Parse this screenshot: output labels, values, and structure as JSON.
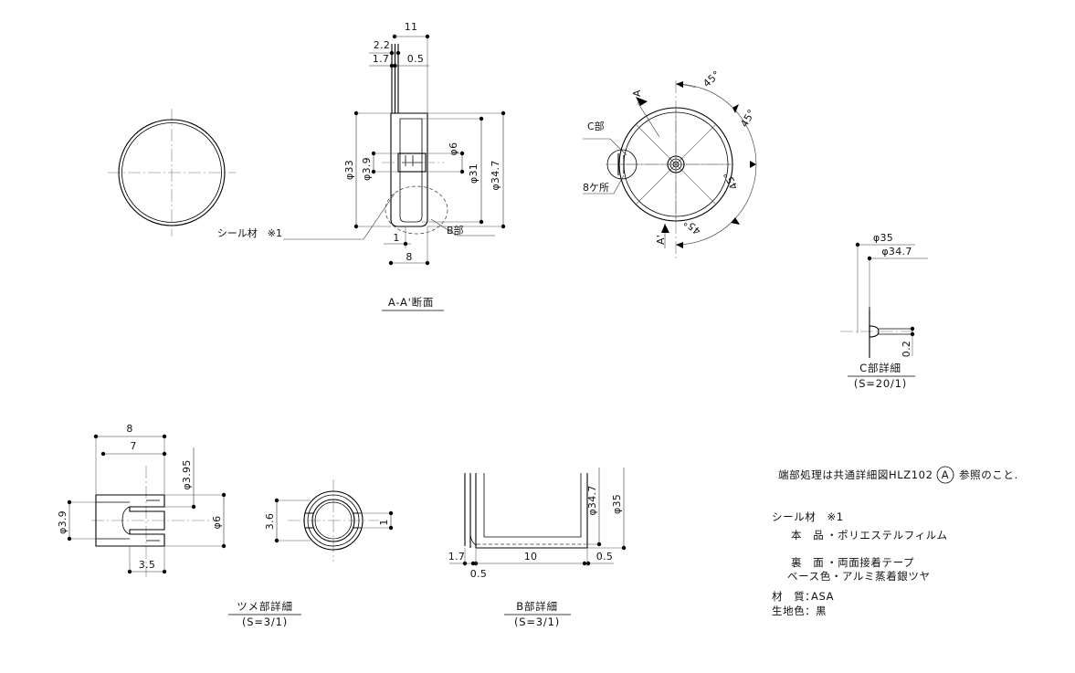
{
  "drawing": {
    "title": "HLZ102 product detail drawing",
    "background_color": "#ffffff",
    "line_color": "#000000"
  },
  "views": {
    "front_circle": {
      "name": "front-view"
    },
    "section_aa": {
      "title": "A-A'断面",
      "dimensions": {
        "top_11": "11",
        "top_22": "2.2",
        "top_17": "1.7",
        "top_05": "0.5",
        "left_phi33": "φ33",
        "left_phi39": "φ3.9",
        "right_phi6": "φ6",
        "right_phi31": "φ31",
        "right_phi347": "φ34.7",
        "bottom_1": "1",
        "bottom_8": "8"
      },
      "labels": {
        "seal": "シール材　※1",
        "part_b": "B部"
      }
    },
    "plan_circle": {
      "angles": [
        "45°",
        "45°",
        "45°",
        "45°"
      ],
      "labels": {
        "part_c": "C部",
        "eight_places": "8ケ所",
        "section_a": "A",
        "section_a_prime": "A'"
      }
    },
    "detail_c": {
      "title": "C部詳細",
      "scale": "(S=20/1)",
      "dimensions": {
        "phi35": "φ35",
        "phi347": "φ34.7",
        "depth_02": "0.2"
      }
    },
    "detail_tsume": {
      "title": "ツメ部詳細",
      "scale": "(S=3/1)",
      "dimensions": {
        "top_8": "8",
        "top_7": "7",
        "right_phi395": "φ3.95",
        "right_phi6": "φ6",
        "left_phi39": "φ3.9",
        "bottom_35": "3.5"
      }
    },
    "detail_ring": {
      "dimensions": {
        "left_36": "3.6",
        "right_1": "1"
      }
    },
    "detail_b": {
      "title": "B部詳細",
      "scale": "(S=3/1)",
      "dimensions": {
        "left_17": "1.7",
        "left_05": "0.5",
        "mid_10": "10",
        "right_05": "0.5",
        "right_phi347": "φ34.7",
        "right_phi35": "φ35"
      }
    }
  },
  "notes": {
    "line1": "端部処理は共通詳細図HLZ102",
    "line1_circle": "A",
    "line1_tail": "参照のこと.",
    "seal_heading": "シール材　※1",
    "seal_line1_label": "本　品",
    "seal_line1_value": "・ポリエステルフィルム",
    "seal_line2_label": "裏　面",
    "seal_line2_value": "・両面接着テープ",
    "seal_line3": "ベース色・アルミ蒸着銀ツヤ",
    "material_label": "材　質：",
    "material_value": "ASA",
    "color_label": "生地色：",
    "color_value": "黒"
  }
}
